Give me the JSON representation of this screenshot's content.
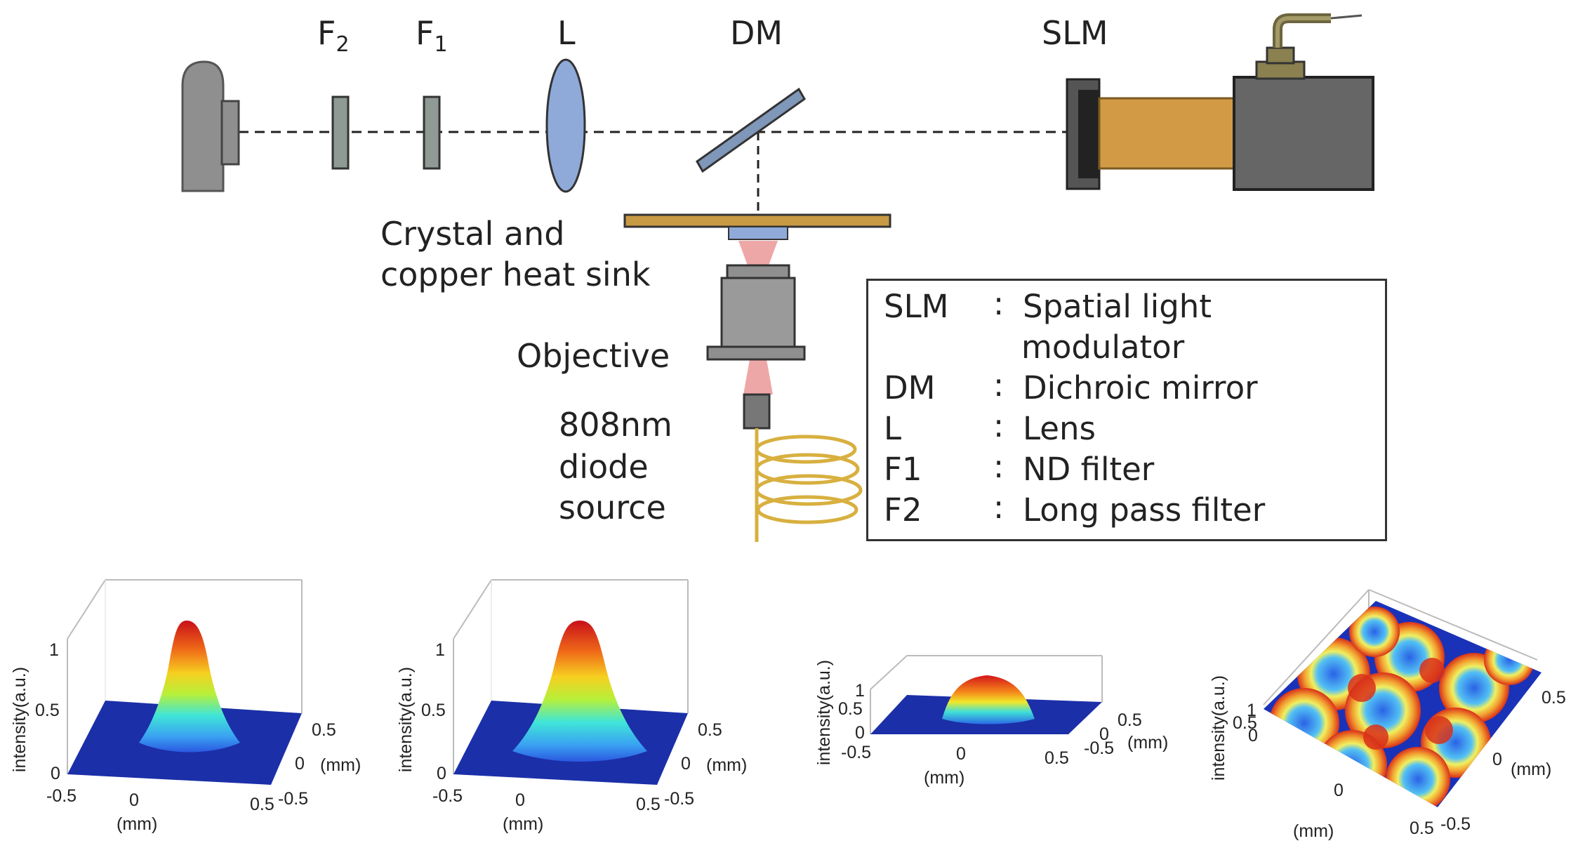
{
  "setup": {
    "labels": {
      "f2_main": "F",
      "f2_sub": "2",
      "f1_main": "F",
      "f1_sub": "1",
      "lens": "L",
      "dm": "DM",
      "slm": "SLM",
      "crystal_line1": "Crystal and",
      "crystal_line2": "copper heat sink",
      "objective": "Objective",
      "source_line1": "808nm",
      "source_line2": "diode",
      "source_line3": "source"
    },
    "colors": {
      "gray": "#8f8f8f",
      "filter": "#8e9a93",
      "lens": "#8faad8",
      "copper": "#c89a44",
      "slm_body": "#d29a45",
      "fiber": "#d8b040",
      "beam": "#e88a8a"
    }
  },
  "legend": {
    "items": [
      {
        "abbr": "SLM",
        "sep": ":",
        "desc": "Spatial light",
        "desc2": "modulator"
      },
      {
        "abbr": "DM",
        "sep": ":",
        "desc": "Dichroic mirror"
      },
      {
        "abbr": "L",
        "sep": ":",
        "desc": "Lens"
      },
      {
        "abbr": "F1",
        "sep": ":",
        "desc": "ND filter"
      },
      {
        "abbr": "F2",
        "sep": ":",
        "desc": "Long pass filter"
      }
    ]
  },
  "chart_data": [
    {
      "type": "surface",
      "profile": "gaussian",
      "zlabel": "intensity(a.u.)",
      "xlabel": "(mm)",
      "ylabel": "(mm)",
      "zticks": [
        "0",
        "0.5",
        "1"
      ],
      "xticks": [
        "-0.5",
        "0",
        "0.5"
      ],
      "yticks": [
        "-0.5",
        "0",
        "0.5"
      ],
      "zlim": [
        0,
        1
      ],
      "peak": 1
    },
    {
      "type": "surface",
      "profile": "gaussian",
      "zlabel": "intensity(a.u.)",
      "xlabel": "(mm)",
      "ylabel": "(mm)",
      "zticks": [
        "0",
        "0.5",
        "1"
      ],
      "xticks": [
        "-0.5",
        "0",
        "0.5"
      ],
      "yticks": [
        "-0.5",
        "0",
        "0.5"
      ],
      "zlim": [
        0,
        1
      ],
      "peak": 1
    },
    {
      "type": "surface",
      "profile": "flat-top",
      "zlabel": "intensity(a.u.)",
      "xlabel": "(mm)",
      "ylabel": "(mm)",
      "zticks": [
        "0",
        "0.5",
        "1"
      ],
      "xticks": [
        "-0.5",
        "0",
        "0.5"
      ],
      "yticks": [
        "-0.5",
        "0",
        "0.5"
      ],
      "zlim": [
        0,
        1
      ],
      "peak": 1
    },
    {
      "type": "surface",
      "profile": "multi-ring",
      "zlabel": "intensity(a.u.)",
      "xlabel": "(mm)",
      "ylabel": "(mm)",
      "zticks": [
        "0",
        "0.5",
        "1"
      ],
      "xticks": [
        "0",
        "0.5"
      ],
      "yticks": [
        "-0.5",
        "0",
        "0.5"
      ],
      "zlim": [
        0,
        1
      ],
      "peak": 1
    }
  ]
}
